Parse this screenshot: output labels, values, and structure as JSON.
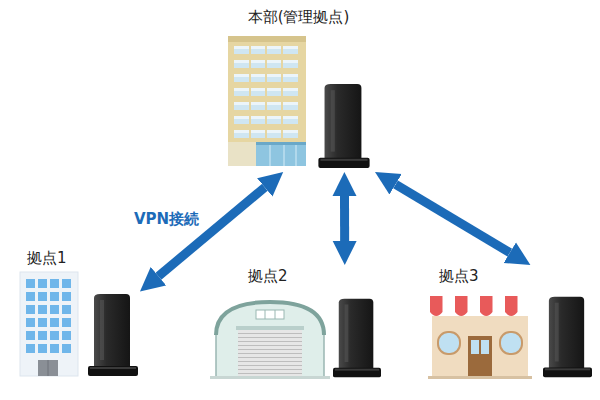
{
  "diagram": {
    "nodes": [
      {
        "text": [
          "本部(管理拠点)"
        ]
      },
      {
        "text": [
          "拠点1"
        ]
      },
      {
        "text": [
          "拠点2"
        ]
      },
      {
        "text": [
          "拠点3"
        ]
      }
    ],
    "edges": [
      {
        "from": 0,
        "to": 1,
        "arrow": "both",
        "label": "VPN接続"
      },
      {
        "from": 0,
        "to": 2,
        "arrow": "both"
      },
      {
        "from": 0,
        "to": 3,
        "arrow": "both"
      }
    ]
  }
}
